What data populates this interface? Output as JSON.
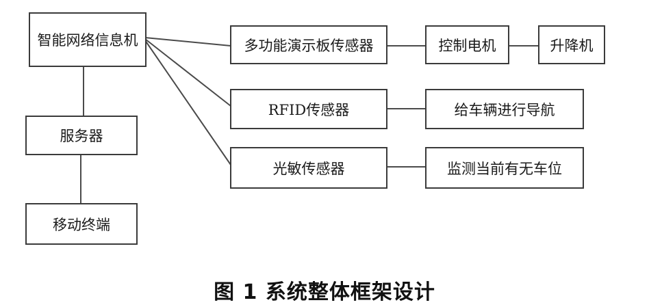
{
  "nodes": {
    "info_machine": "智能网络信息机",
    "server": "服务器",
    "mobile": "移动终端",
    "multi_sensor": "多功能演示板传感器",
    "motor": "控制电机",
    "lift": "升降机",
    "rfid_sensor": "RFID传感器",
    "navigation": "给车辆进行导航",
    "light_sensor": "光敏传感器",
    "monitor": "监测当前有无车位"
  },
  "caption": "图 1  系统整体框架设计"
}
